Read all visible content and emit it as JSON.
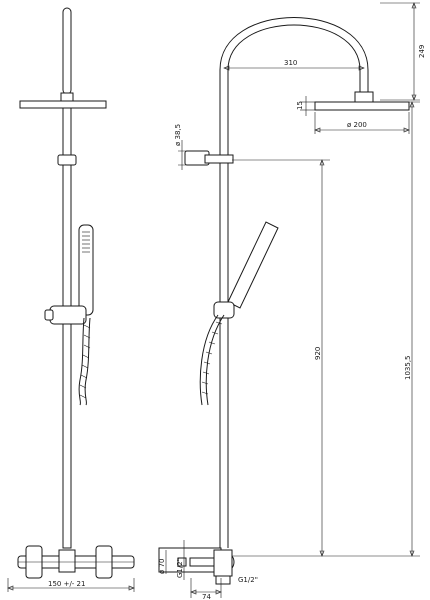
{
  "dimensions": {
    "arm_reach": "310",
    "top_height": "249",
    "head_thickness": "15",
    "head_diameter": "ø 200",
    "holder_diameter": "ø 38,5",
    "slide_travel": "920",
    "total_height": "1035,5",
    "inlet_diameter": "ø 70",
    "inlet_thread_left": "G1/2\"",
    "inlet_thread_bottom": "G1/2\"",
    "inlet_offset": "74",
    "center_distance": "150 +/- 21"
  }
}
